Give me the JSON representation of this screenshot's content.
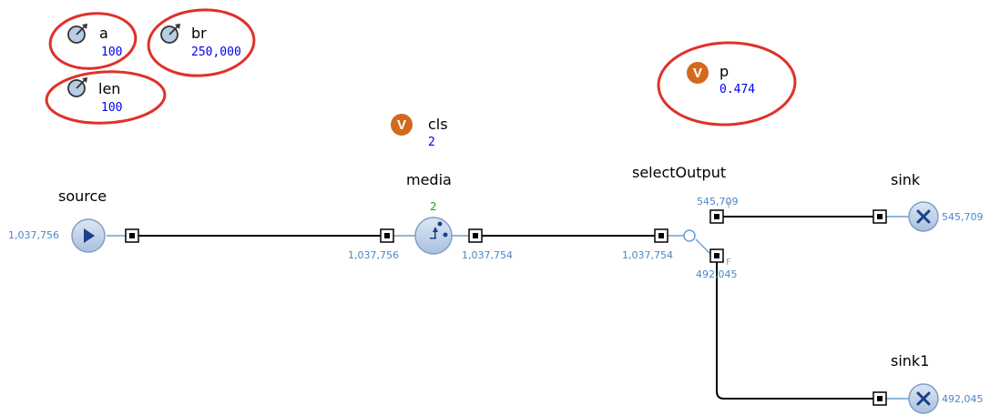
{
  "parameters": [
    {
      "name": "a",
      "value": "100",
      "icon": "parameter-dial-icon"
    },
    {
      "name": "br",
      "value": "250,000",
      "icon": "parameter-dial-icon"
    },
    {
      "name": "len",
      "value": "100",
      "icon": "parameter-dial-icon"
    }
  ],
  "variables": [
    {
      "name": "p",
      "value": "0.474",
      "icon": "variable-v-icon"
    },
    {
      "name": "cls",
      "value": "2",
      "icon": "variable-v-icon"
    }
  ],
  "blocks": {
    "source": {
      "name": "source",
      "out_count": "1,037,756",
      "icon": "source-play-icon"
    },
    "media": {
      "name": "media",
      "in_count": "1,037,756",
      "out_count": "1,037,754",
      "contents": "2",
      "icon": "delay-icon"
    },
    "selectOutput": {
      "name": "selectOutput",
      "in_count": "1,037,754",
      "true_count": "545,709",
      "false_count": "492,045",
      "true_tag": "T",
      "false_tag": "F"
    },
    "sink": {
      "name": "sink",
      "count": "545,709",
      "icon": "sink-x-icon"
    },
    "sink1": {
      "name": "sink1",
      "count": "492,045",
      "icon": "sink-x-icon"
    }
  },
  "colors": {
    "highlight_ellipse": "#e0302a",
    "variable_orange": "#d2691e",
    "block_blue": "#b8cce4",
    "count_blue": "#4a86c8",
    "value_blue": "#0000ee",
    "contents_green": "#2e9a2e"
  }
}
